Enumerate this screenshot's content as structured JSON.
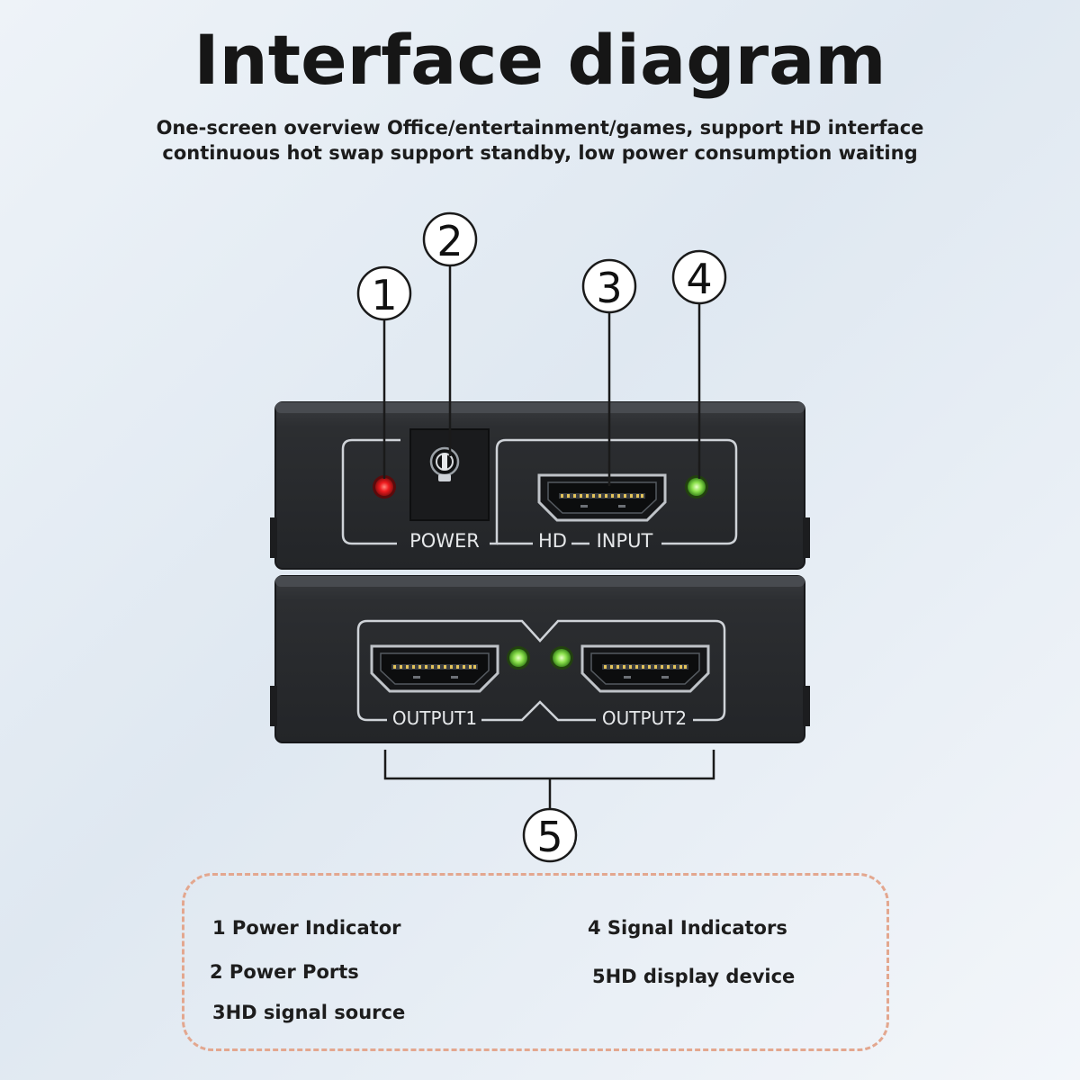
{
  "header": {
    "title": "Interface diagram",
    "subtitle_line1": "One-screen overview Office/entertainment/games, support HD interface",
    "subtitle_line2": "continuous hot swap support standby, low power consumption waiting"
  },
  "callouts": [
    "1",
    "2",
    "3",
    "4",
    "5"
  ],
  "device": {
    "top_labels": {
      "power": "POWER",
      "hd": "HD",
      "input": "INPUT"
    },
    "bottom_labels": {
      "output1": "OUTPUT1",
      "output2": "OUTPUT2"
    }
  },
  "legend": {
    "items": [
      "1 Power Indicator",
      "2 Power Ports",
      "3HD signal source",
      "4 Signal Indicators",
      "5HD display device"
    ]
  },
  "colors": {
    "device_body": "#2a2c2f",
    "power_led": "#e8161c",
    "signal_led": "#7ee04a",
    "legend_border": "#e3a78f"
  },
  "icons": [
    "power-jack-icon",
    "hdmi-port-icon"
  ]
}
